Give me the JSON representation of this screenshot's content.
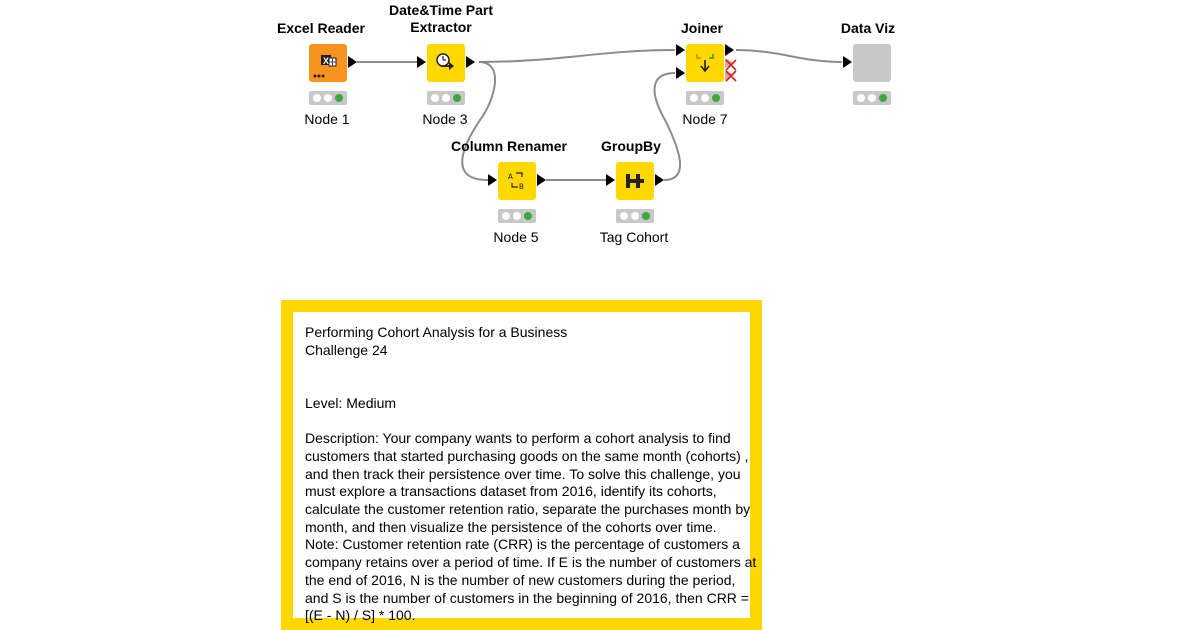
{
  "workflow": {
    "nodes": [
      {
        "id": "excel-reader",
        "title": "Excel Reader",
        "label": "Node 1",
        "color": "#f7931e",
        "icon": "excel-icon"
      },
      {
        "id": "datetime-extractor",
        "title": "Date&Time Part\nExtractor",
        "label": "Node 3",
        "color": "#ffd800",
        "icon": "clock-icon"
      },
      {
        "id": "column-renamer",
        "title": "Column Renamer",
        "label": "Node 5",
        "color": "#ffd800",
        "icon": "rename-icon"
      },
      {
        "id": "groupby",
        "title": "GroupBy",
        "label": "Tag Cohort",
        "color": "#ffd800",
        "icon": "groupby-icon"
      },
      {
        "id": "joiner",
        "title": "Joiner",
        "label": "Node 7",
        "color": "#ffd800",
        "icon": "joiner-icon"
      },
      {
        "id": "data-viz",
        "title": "Data Viz",
        "label": "",
        "color": "#c8c8c8",
        "icon": "component-icon"
      }
    ]
  },
  "annotation": {
    "text": "Performing Cohort Analysis for a Business\nChallenge 24\n\n\nLevel: Medium\n\nDescription: Your company wants to perform a cohort analysis to find customers that started purchasing goods on the same month (cohorts) , and then track their persistence over time. To solve this challenge, you must explore a transactions dataset from 2016, identify its cohorts, calculate the customer retention ratio, separate the purchases month by month, and then visualize the persistence of the cohorts over time.\nNote: Customer retention rate (CRR) is the percentage of customers a company retains over a period of time. If E is the number of customers at the end of 2016, N is the number of new customers during the period, and S is the number of customers in the beginning of 2016, then CRR = [(E - N) / S] * 100.",
    "border_color": "#ffd700"
  }
}
